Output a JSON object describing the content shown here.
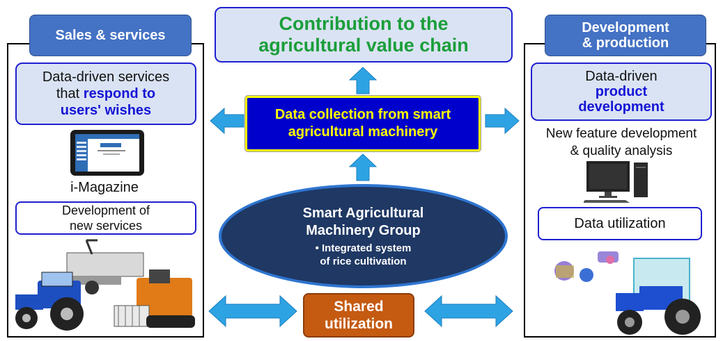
{
  "top_box": {
    "line1": "Contribution to the",
    "line2": "agricultural value chain"
  },
  "left": {
    "tag": "Sales & services",
    "box1": {
      "line1": "Data-driven services",
      "line2a": "that ",
      "line2b": "respond to",
      "line3": "users' wishes"
    },
    "magazine_label": "i-Magazine",
    "box2": {
      "line1": "Development of",
      "line2": "new services"
    }
  },
  "right": {
    "tag_line1": "Development",
    "tag_line2": "& production",
    "box1": {
      "line1": "Data-driven",
      "line2": "product",
      "line3": "development"
    },
    "feature_line1": "New feature development",
    "feature_line2": "& quality analysis",
    "box2": "Data utilization"
  },
  "center_box": {
    "line1": "Data collection from smart",
    "line2": "agricultural machinery"
  },
  "ellipse": {
    "line1": "Smart Agricultural",
    "line2": "Machinery Group",
    "bullet1": "• Integrated system",
    "bullet2": "of rice cultivation"
  },
  "shared": {
    "line1": "Shared",
    "line2": "utilization"
  },
  "colors": {
    "tag_blue": "#4472c4",
    "light_blue": "#dae3f3",
    "navy": "#1f3864",
    "title_green": "#1a9e3a",
    "center_yellow": "#ffff00",
    "center_blue": "#0000cc",
    "arrow": "#2ea3e3",
    "orange": "#c55a11"
  }
}
